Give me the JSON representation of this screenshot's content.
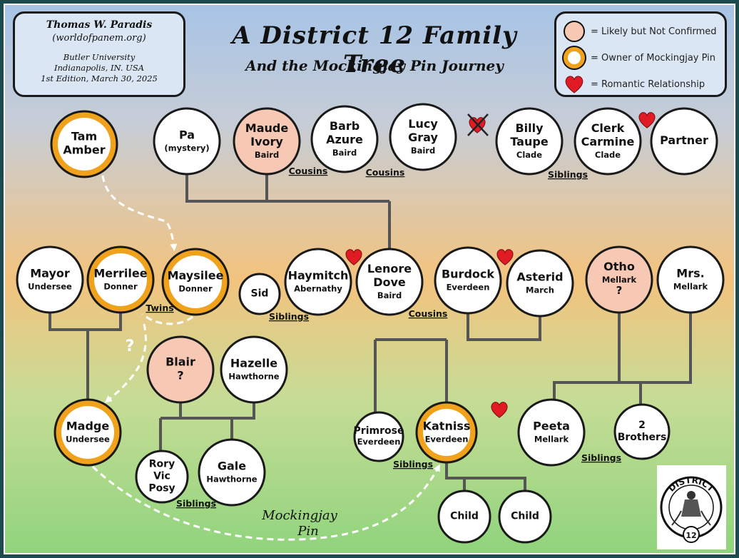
{
  "author": {
    "name": "Thomas W. Paradis",
    "site": "(worldofpanem.org)",
    "university": "Butler University",
    "city": "Indianapolis, IN. USA",
    "edition": "1st Edition, March 30, 2025"
  },
  "title": "A District 12 Family Tree",
  "subtitle": "And the Mockingjay Pin Journey",
  "legend": {
    "likely": "= Likely but Not Confirmed",
    "owner": "= Owner of Mockingjay Pin",
    "romantic": "= Romantic Relationship"
  },
  "colors": {
    "likely": "#f7c9b4",
    "owner": "#f0a21c",
    "heart": "#e01b24",
    "border": "#1a1a1a",
    "line": "#555555"
  },
  "people": [
    {
      "id": "tam",
      "lines": [
        "Tam",
        "Amber"
      ],
      "owner": true
    },
    {
      "id": "pa",
      "lines": [
        "Pa"
      ],
      "sub": "(mystery)"
    },
    {
      "id": "maude",
      "lines": [
        "Maude",
        "Ivory"
      ],
      "sub": "Baird",
      "likely": true
    },
    {
      "id": "barb",
      "lines": [
        "Barb",
        "Azure"
      ],
      "sub": "Baird"
    },
    {
      "id": "lucy",
      "lines": [
        "Lucy",
        "Gray"
      ],
      "sub": "Baird"
    },
    {
      "id": "billy",
      "lines": [
        "Billy",
        "Taupe"
      ],
      "sub": "Clade"
    },
    {
      "id": "clerk",
      "lines": [
        "Clerk",
        "Carmine"
      ],
      "sub": "Clade"
    },
    {
      "id": "partner",
      "lines": [
        "Partner"
      ]
    },
    {
      "id": "mayor",
      "lines": [
        "Mayor"
      ],
      "sub": "Undersee"
    },
    {
      "id": "merrilee",
      "lines": [
        "Merrilee"
      ],
      "sub": "Donner",
      "owner": true
    },
    {
      "id": "maysilee",
      "lines": [
        "Maysilee"
      ],
      "sub": "Donner",
      "owner": true
    },
    {
      "id": "sid",
      "lines": [
        "Sid"
      ]
    },
    {
      "id": "haymitch",
      "lines": [
        "Haymitch"
      ],
      "sub": "Abernathy"
    },
    {
      "id": "lenore",
      "lines": [
        "Lenore",
        "Dove"
      ],
      "sub": "Baird"
    },
    {
      "id": "burdock",
      "lines": [
        "Burdock"
      ],
      "sub": "Everdeen"
    },
    {
      "id": "asterid",
      "lines": [
        "Asterid"
      ],
      "sub": "March"
    },
    {
      "id": "otho",
      "lines": [
        "Otho"
      ],
      "sub": "Mellark",
      "extra": "?",
      "likely": true
    },
    {
      "id": "mrsmellark",
      "lines": [
        "Mrs."
      ],
      "sub": "Mellark"
    },
    {
      "id": "blair",
      "lines": [
        "Blair",
        "?"
      ],
      "likely": true
    },
    {
      "id": "hazelle",
      "lines": [
        "Hazelle"
      ],
      "sub": "Hawthorne"
    },
    {
      "id": "madge",
      "lines": [
        "Madge"
      ],
      "sub": "Undersee",
      "owner": true
    },
    {
      "id": "rvp",
      "lines": [
        "Rory",
        "Vic",
        "Posy"
      ]
    },
    {
      "id": "gale",
      "lines": [
        "Gale"
      ],
      "sub": "Hawthorne"
    },
    {
      "id": "primrose",
      "lines": [
        "Primrose"
      ],
      "sub": "Everdeen"
    },
    {
      "id": "katniss",
      "lines": [
        "Katniss"
      ],
      "sub": "Everdeen",
      "owner": true
    },
    {
      "id": "peeta",
      "lines": [
        "Peeta"
      ],
      "sub": "Mellark"
    },
    {
      "id": "brothers",
      "lines": [
        "2",
        "Brothers"
      ]
    },
    {
      "id": "child1",
      "lines": [
        "Child"
      ]
    },
    {
      "id": "child2",
      "lines": [
        "Child"
      ]
    }
  ],
  "relations": {
    "cousins1": "Cousins",
    "cousins2": "Cousins",
    "siblings_clade": "Siblings",
    "twins": "Twins",
    "siblings_haymitch": "Siblings",
    "cousins3": "Cousins",
    "siblings_katniss": "Siblings",
    "siblings_peeta": "Siblings",
    "siblings_gale": "Siblings"
  },
  "pin_label": [
    "Mockingjay",
    "Pin"
  ],
  "question_mark": "?",
  "logo": {
    "top": "DISTRICT",
    "number": "12"
  }
}
